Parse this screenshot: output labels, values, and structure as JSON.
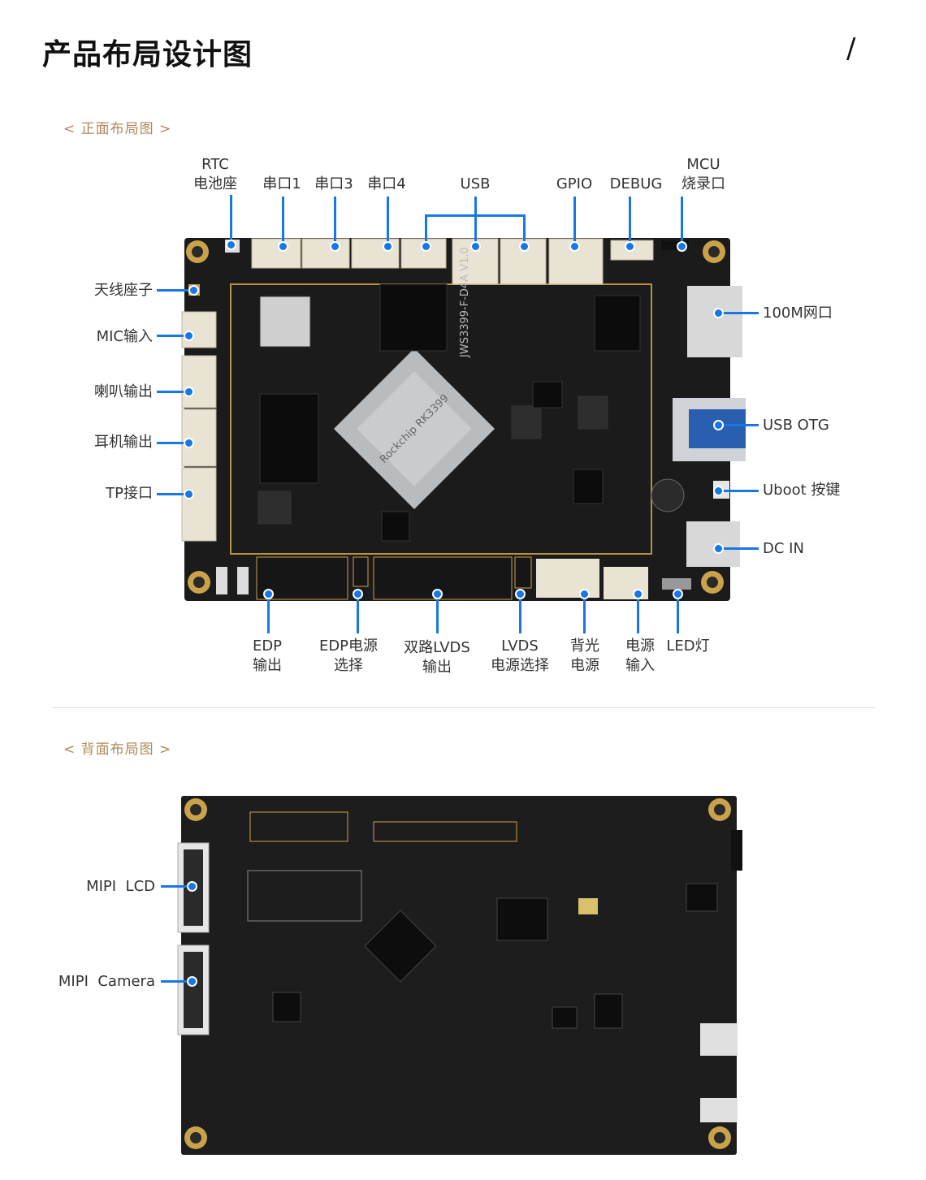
{
  "page": {
    "title": "产品布局设计图",
    "corner_mark": "/"
  },
  "front": {
    "section_label": "< 正面布局图 >",
    "board_marking": "JWS3399-F-D4A V1.0",
    "chip_marking": "Rockchip RK3399",
    "labels": {
      "rtc_line1": "RTC",
      "rtc_line2": "电池座",
      "uart1": "串口1",
      "uart3": "串口3",
      "uart4": "串口4",
      "usb": "USB",
      "gpio": "GPIO",
      "debug": "DEBUG",
      "mcu_line1": "MCU",
      "mcu_line2": "烧录口",
      "antenna": "天线座子",
      "mic": "MIC输入",
      "speaker": "喇叭输出",
      "earphone": "耳机输出",
      "tp": "TP接口",
      "ethernet": "100M网口",
      "usb_otg": "USB OTG",
      "uboot": "Uboot 按键",
      "dc_in": "DC IN",
      "edp_line1": "EDP",
      "edp_line2": "输出",
      "edp_power_line1": "EDP电源",
      "edp_power_line2": "选择",
      "lvds_line1": "双路LVDS",
      "lvds_line2": "输出",
      "lvds_power_line1": "LVDS",
      "lvds_power_line2": "电源选择",
      "backlight_line1": "背光",
      "backlight_line2": "电源",
      "power_in_line1": "电源",
      "power_in_line2": "输入",
      "led": "LED灯"
    }
  },
  "back": {
    "section_label": "< 背面布局图 >",
    "labels": {
      "mipi_lcd": "MIPI  LCD",
      "mipi_camera": "MIPI  Camera"
    }
  },
  "colors": {
    "accent": "#1877e6",
    "section_label": "#b08a5a",
    "pcb": "#1b1b1b",
    "gold": "#c9a24a"
  }
}
